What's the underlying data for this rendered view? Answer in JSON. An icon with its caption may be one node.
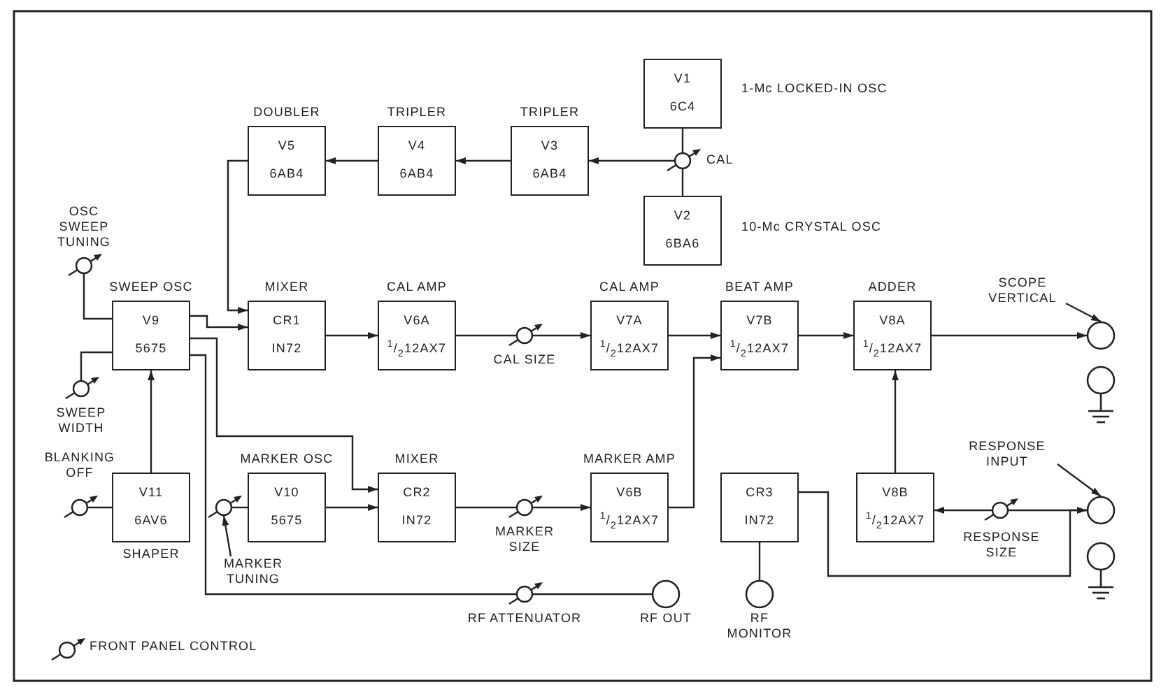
{
  "diagram": {
    "nodes": [
      {
        "text": [
          "V1",
          "6C4"
        ],
        "beside": [
          "1-Mc LOCKED-IN OSC"
        ]
      },
      {
        "text": [
          "DOUBLER",
          "V5",
          "6AB4"
        ]
      },
      {
        "text": [
          "TRIPLER",
          "V4",
          "6AB4"
        ]
      },
      {
        "text": [
          "TRIPLER",
          "V3",
          "6AB4"
        ]
      },
      {
        "text": [
          "CAL"
        ]
      },
      {
        "text": [
          "V2",
          "6BA6"
        ],
        "beside": [
          "10-Mc CRYSTAL OSC"
        ]
      },
      {
        "text": [
          "OSC SWEEP TUNING"
        ]
      },
      {
        "text": [
          "SWEEP OSC",
          "V9",
          "5675"
        ]
      },
      {
        "text": [
          "MIXER",
          "CR1",
          "IN72"
        ]
      },
      {
        "text": [
          "CAL AMP",
          "V6A",
          "$^{1}$/$_{2}$12AX7"
        ]
      },
      {
        "text": [
          "CAL SIZE"
        ]
      },
      {
        "text": [
          "CAL AMP",
          "V7A",
          "$^{1}$/$_{2}$12AX7"
        ]
      },
      {
        "text": [
          "BEAT AMP",
          "V7B",
          "$^{1}$/$_{2}$12AX7"
        ]
      },
      {
        "text": [
          "ADDER",
          "V8A",
          "$^{1}$/$_{2}$12AX7"
        ]
      },
      {
        "text": [
          "SCOPE VERTICAL"
        ]
      },
      {
        "text": [],
        "shape": "circle"
      },
      {
        "text": [],
        "shape": "circle"
      },
      {
        "text": [
          "SWEEP WIDTH"
        ]
      },
      {
        "text": [
          "BLANKING OFF"
        ]
      },
      {
        "text": [
          "V11",
          "6AV6",
          "SHAPER"
        ]
      },
      {
        "text": [],
        "shape": "circle"
      },
      {
        "text": [
          "MARKER OSC",
          "V10",
          "5675"
        ]
      },
      {
        "text": [
          "MIXER",
          "CR2",
          "IN72"
        ]
      },
      {
        "text": [
          "MARKER SIZE"
        ]
      },
      {
        "text": [
          "MARKER AMP",
          "V6B",
          "$^{1}$/$_{2}$12AX7"
        ]
      },
      {
        "text": [
          "CR3",
          "IN72"
        ]
      },
      {
        "text": [
          "V8B",
          "$^{1}$/$_{2}$12AX7"
        ]
      },
      {
        "text": [
          "RESPONSE INPUT"
        ]
      },
      {
        "text": [
          "RESPONSE SIZE"
        ]
      },
      {
        "text": [],
        "shape": "circle"
      },
      {
        "text": [],
        "shape": "circle"
      },
      {
        "text": [
          "MARKER TUNING"
        ]
      },
      {
        "text": [
          "RF ATTENUATOR"
        ]
      },
      {
        "text": [
          "RF OUT"
        ]
      },
      {
        "text": [
          "RF MONITOR"
        ]
      }
    ],
    "edges": [
      {
        "from": 0,
        "to": 4,
        "arrow": "none"
      },
      {
        "from": 5,
        "to": 4,
        "arrow": "none"
      },
      {
        "from": 4,
        "to": 3,
        "arrow": "to"
      },
      {
        "from": 3,
        "to": 2,
        "arrow": "to"
      },
      {
        "from": 2,
        "to": 1,
        "arrow": "to"
      },
      {
        "from": 1,
        "to": 8,
        "arrow": "to"
      },
      {
        "from": 7,
        "to": 8,
        "arrow": "to"
      },
      {
        "from": 8,
        "to": 9,
        "arrow": "to"
      },
      {
        "from": 9,
        "to": 10,
        "arrow": "none"
      },
      {
        "from": 10,
        "to": 11,
        "arrow": "to"
      },
      {
        "from": 11,
        "to": 12,
        "arrow": "to"
      },
      {
        "from": 12,
        "to": 13,
        "arrow": "to"
      },
      {
        "from": 13,
        "to": 15,
        "arrow": "to"
      },
      {
        "from": 14,
        "to": 15,
        "arrow": "to"
      },
      {
        "from": 6,
        "to": 7,
        "arrow": "none"
      },
      {
        "from": 17,
        "to": 7,
        "arrow": "none"
      },
      {
        "from": 19,
        "to": 7,
        "arrow": "to"
      },
      {
        "from": 18,
        "to": 19,
        "arrow": "none"
      },
      {
        "from": 7,
        "to": 22,
        "arrow": "to"
      },
      {
        "from": 7,
        "to": 32,
        "arrow": "none"
      },
      {
        "from": 32,
        "to": 33,
        "arrow": "none"
      },
      {
        "from": 20,
        "to": 21,
        "arrow": "none"
      },
      {
        "from": 31,
        "to": 20,
        "arrow": "to"
      },
      {
        "from": 21,
        "to": 22,
        "arrow": "to"
      },
      {
        "from": 22,
        "to": 23,
        "arrow": "none"
      },
      {
        "from": 23,
        "to": 24,
        "arrow": "to"
      },
      {
        "from": 24,
        "to": 12,
        "arrow": "to"
      },
      {
        "from": 26,
        "to": 13,
        "arrow": "to"
      },
      {
        "from": 28,
        "to": 26,
        "arrow": "to"
      },
      {
        "from": 28,
        "to": 29,
        "arrow": "none"
      },
      {
        "from": 27,
        "to": 29,
        "arrow": "to"
      },
      {
        "from": 25,
        "to": 29,
        "arrow": "to"
      },
      {
        "from": 25,
        "to": 34,
        "arrow": "none"
      }
    ],
    "legend": [
      {
        "text": "FRONT PANEL CONTROL"
      }
    ]
  }
}
